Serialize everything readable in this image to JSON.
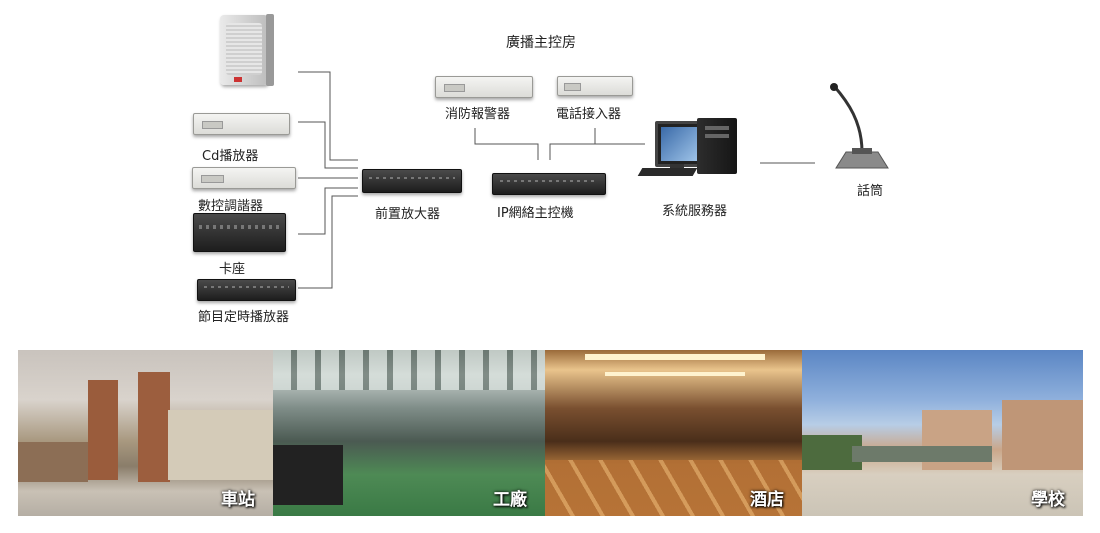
{
  "title": "廣播主控房",
  "devices": {
    "cd_player": "Cd播放器",
    "digital_tuner": "數控調諧器",
    "cassette": "卡座",
    "program_timer": "節目定時播放器",
    "preamplifier": "前置放大器",
    "fire_alarm": "消防報警器",
    "phone_interface": "電話接入器",
    "ip_host": "IP網絡主控機",
    "server": "系統服務器",
    "microphone": "話筒"
  },
  "scenes": [
    "車站",
    "工廠",
    "酒店",
    "學校"
  ]
}
